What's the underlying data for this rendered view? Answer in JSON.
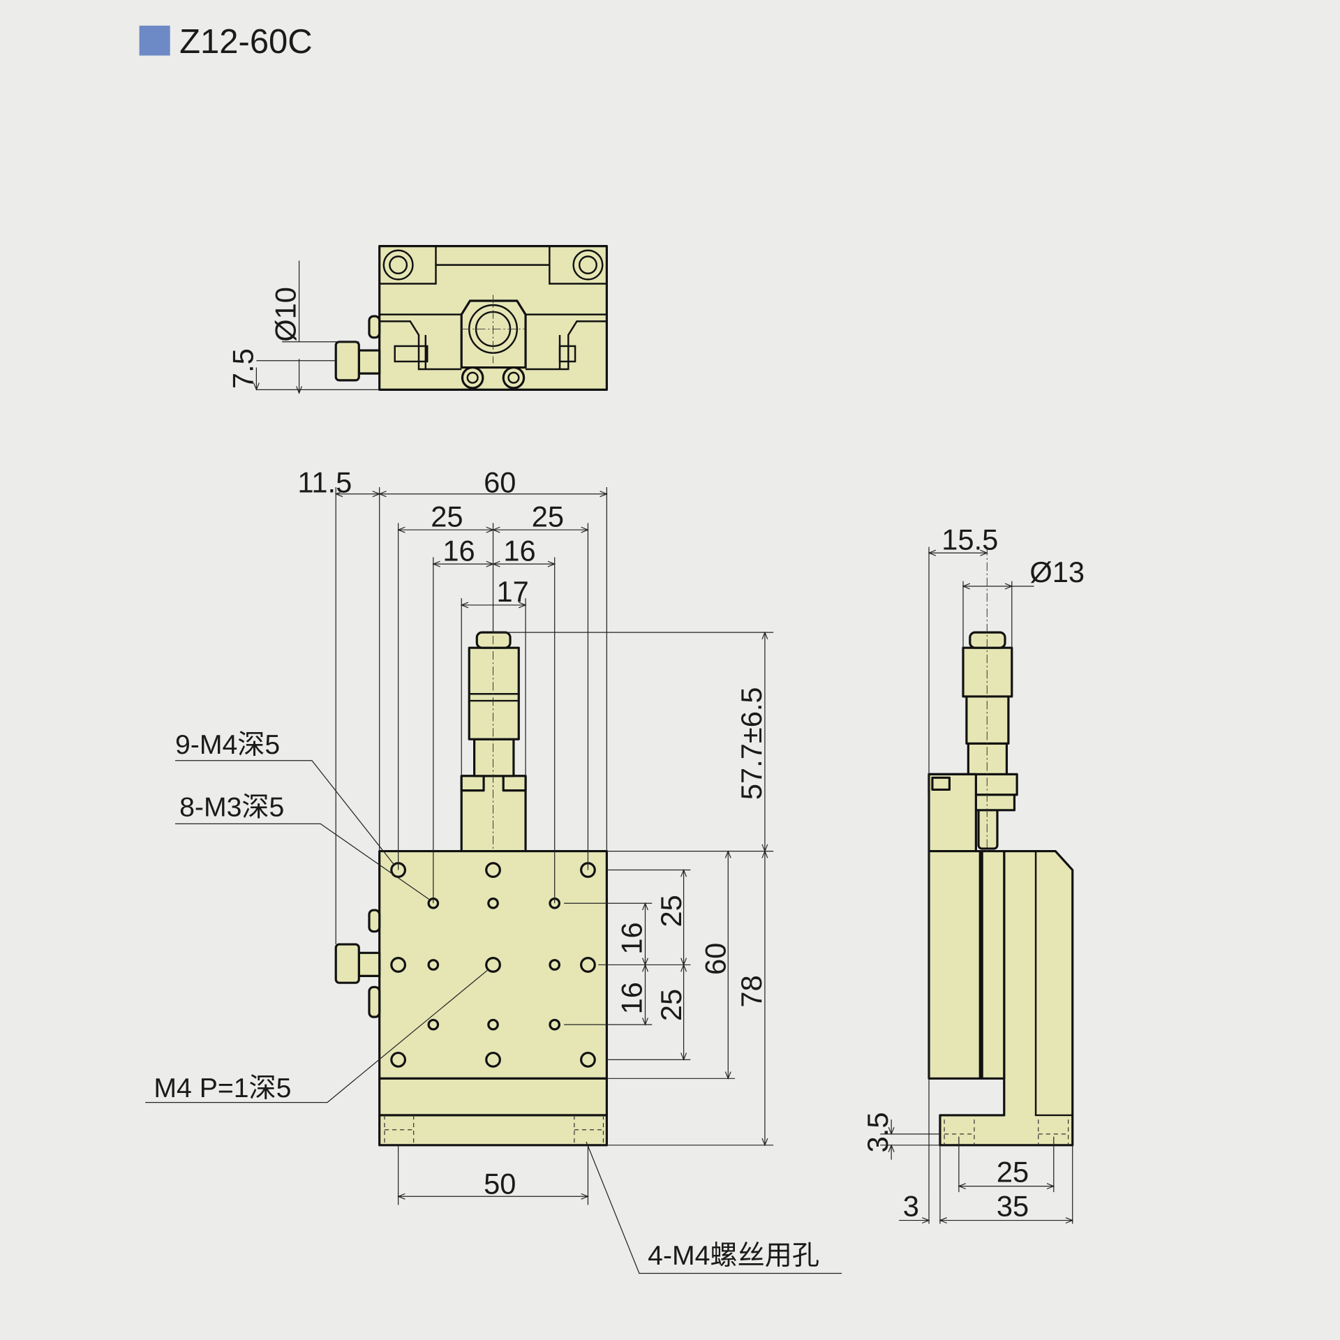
{
  "title": {
    "model": "Z12-60C",
    "marker_color": "#6d8ac6"
  },
  "colors": {
    "part_fill": "#e5e6b4",
    "background": "#ececea",
    "line": "#111111"
  },
  "top_view": {
    "dims": {
      "knob_diameter": "Ø10",
      "knob_height": "7.5"
    }
  },
  "front_view": {
    "dims": {
      "offset": "11.5",
      "width": "60",
      "hole_25_left": "25",
      "hole_25_right": "25",
      "hole_16_left": "16",
      "hole_16_right": "16",
      "micrometer_width": "17",
      "micrometer_height": "57.7±6.5",
      "vert_25_top": "25",
      "vert_25_bottom": "25",
      "vert_16_top": "16",
      "vert_16_bottom": "16",
      "table_height": "60",
      "total_height": "78",
      "base_hole_pitch": "50"
    },
    "callouts": {
      "m4_holes": "9-M4深5",
      "m3_holes": "8-M3深5",
      "center_hole": "M4 P=1深5",
      "mount_holes": "4-M4螺丝用孔"
    }
  },
  "side_view": {
    "dims": {
      "offset": "15.5",
      "micrometer_diameter": "Ø13",
      "base_thickness": "3.5",
      "base_hole_pitch": "25",
      "base_depth": "35",
      "step": "3"
    }
  }
}
